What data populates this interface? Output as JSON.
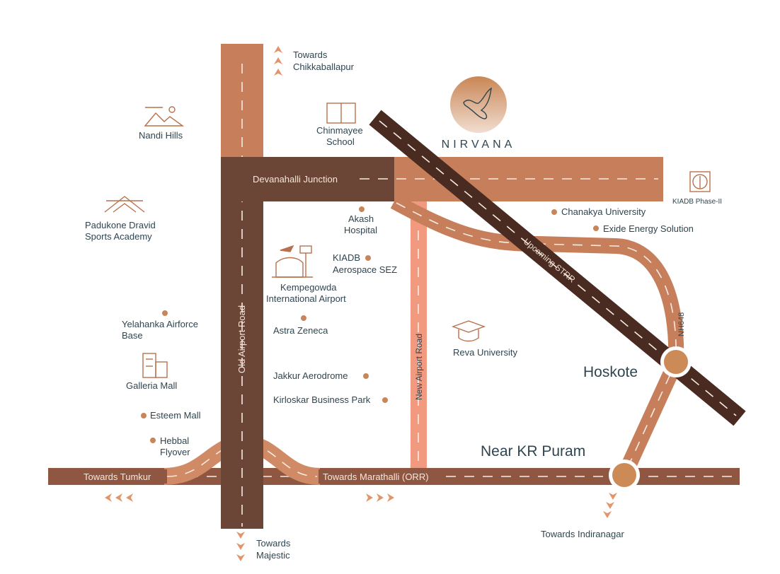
{
  "brand": {
    "name": "NIRVANA",
    "logo_icon": "dove-icon"
  },
  "colors": {
    "road_light": "#c67f5a",
    "road_dark": "#6b4535",
    "strr": "#4a2b21",
    "new_airport_road": "#f29a7f",
    "orr": "#8f5741",
    "text": "#2f4550",
    "dot": "#c9855a"
  },
  "roads": {
    "old_airport_road": "Old Airport Road",
    "new_airport_road": "New Airport Road",
    "devanahalli_junction": "Devanahalli Junction",
    "strr": "Upcoming STRR",
    "nh648": "NH648",
    "towards_tumkur": "Towards Tumkur",
    "towards_marathalli": "Towards Marathalli (ORR)"
  },
  "directions": {
    "north": [
      "Towards",
      "Chikkaballapur"
    ],
    "south": [
      "Towards",
      "Majestic"
    ],
    "southeast": "Towards Indiranagar"
  },
  "hubs": {
    "hoskote": "Hoskote",
    "kr_puram": "Near KR Puram"
  },
  "landmarks": {
    "nandi_hills": "Nandi Hills",
    "chinmayee": [
      "Chinmayee",
      "School"
    ],
    "padukone": [
      "Padukone Dravid",
      "Sports Academy"
    ],
    "kiadb2": "KIADB Phase-II",
    "chanakya": "Chanakya University",
    "exide": "Exide Energy Solution",
    "akash": [
      "Akash",
      "Hospital"
    ],
    "kiadb_sez": [
      "KIADB",
      "Aerospace SEZ"
    ],
    "airport": [
      "Kempegowda",
      "International Airport"
    ],
    "yelahanka": [
      "Yelahanka Airforce",
      "Base"
    ],
    "astra": "Astra Zeneca",
    "reva": "Reva University",
    "galleria": "Galleria Mall",
    "jakkur": "Jakkur Aerodrome",
    "kirloskar": "Kirloskar Business Park",
    "esteem": "Esteem Mall",
    "hebbal": [
      "Hebbal",
      "Flyover"
    ]
  }
}
